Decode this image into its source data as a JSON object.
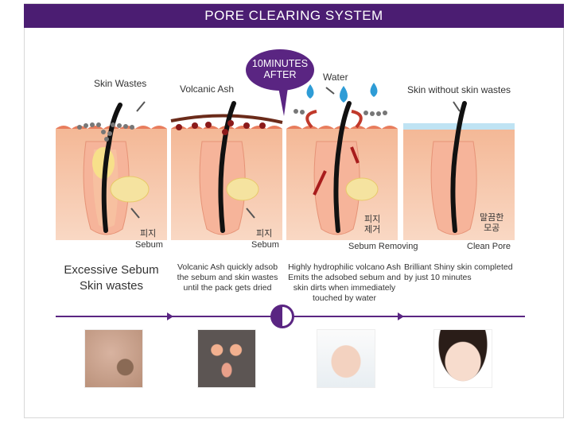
{
  "title": "PORE CLEARING SYSTEM",
  "callout": {
    "line1": "10MINUTES",
    "line2": "AFTER"
  },
  "panels": [
    {
      "top_label": "Skin Wastes",
      "kr": "피지",
      "side_label": "Sebum",
      "caption_lines": [
        "Excessive Sebum",
        "Skin wastes"
      ]
    },
    {
      "top_label": "Volcanic Ash",
      "kr": "피지",
      "side_label": "Sebum",
      "caption_lines": [
        "Volcanic Ash quickly adsob",
        "the sebum and skin wastes",
        "until the pack gets dried"
      ]
    },
    {
      "top_label": "Water",
      "kr_line1": "피지",
      "kr_line2": "제거",
      "side_label": "Sebum Removing",
      "caption_lines": [
        "Highly hydrophilic volcano Ash",
        "Emits the adsobed sebum and",
        "skin dirts when immediately",
        "touched by water"
      ]
    },
    {
      "top_label": "Skin without skin wastes",
      "kr_line1": "말끔한",
      "kr_line2": "모공",
      "side_label": "Clean Pore",
      "caption_lines": [
        "Brilliant Shiny skin completed",
        "by just 10 minutes"
      ]
    }
  ],
  "photos": [
    {
      "subject": "nose-pores"
    },
    {
      "subject": "face-mask"
    },
    {
      "subject": "face-washing"
    },
    {
      "subject": "clean-face"
    }
  ],
  "colors": {
    "banner": "#4b1d72",
    "accent": "#5a2582",
    "skin": "#f6c7a8",
    "hair": "#111111",
    "sebum": "#f7e08a",
    "water": "#2e9cd6",
    "ash": "#8b1a1a"
  }
}
